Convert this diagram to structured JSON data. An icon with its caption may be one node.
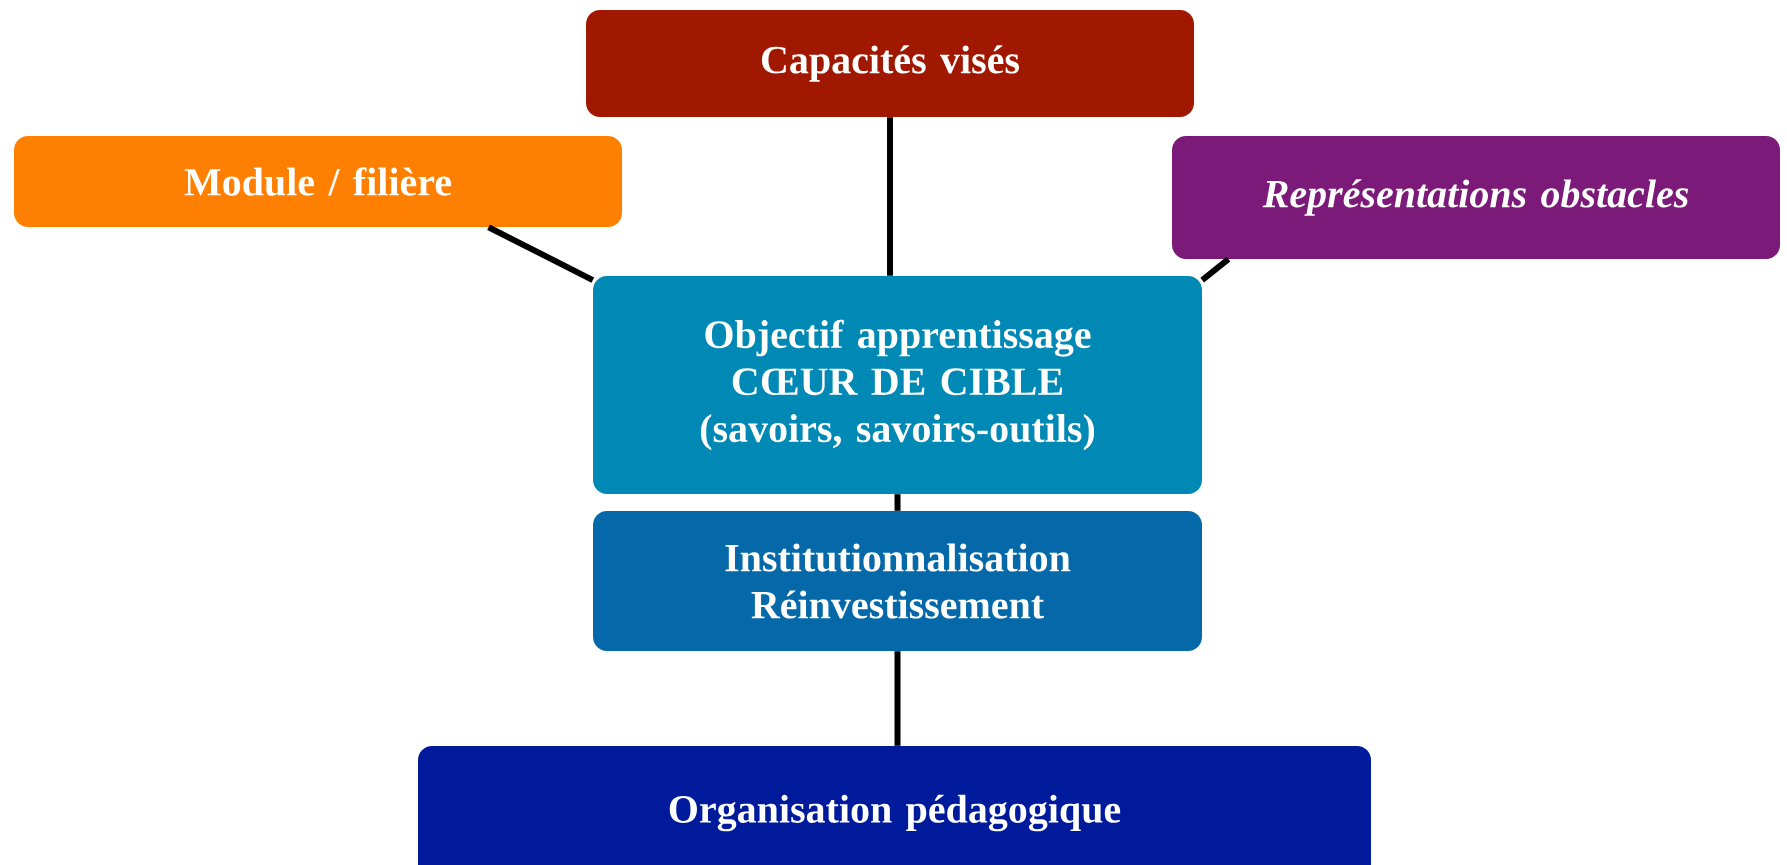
{
  "diagram": {
    "nodes": [
      {
        "text": [
          "Capacités visés"
        ]
      },
      {
        "text": [
          "Module / filière"
        ]
      },
      {
        "text": [
          "Représentations obstacles"
        ]
      },
      {
        "text": [
          "Objectif apprentissage",
          "CŒUR DE CIBLE",
          "(savoirs, savoirs-outils)"
        ]
      },
      {
        "text": [
          "Institutionnalisation",
          "Réinvestissement"
        ]
      },
      {
        "text": [
          "Organisation pédagogique"
        ]
      }
    ],
    "edges": [
      {
        "from": 0,
        "to": 3,
        "arrow": "none"
      },
      {
        "from": 1,
        "to": 3,
        "arrow": "none"
      },
      {
        "from": 2,
        "to": 3,
        "arrow": "none"
      },
      {
        "from": 3,
        "to": 4,
        "arrow": "none"
      },
      {
        "from": 4,
        "to": 5,
        "arrow": "none"
      }
    ]
  }
}
